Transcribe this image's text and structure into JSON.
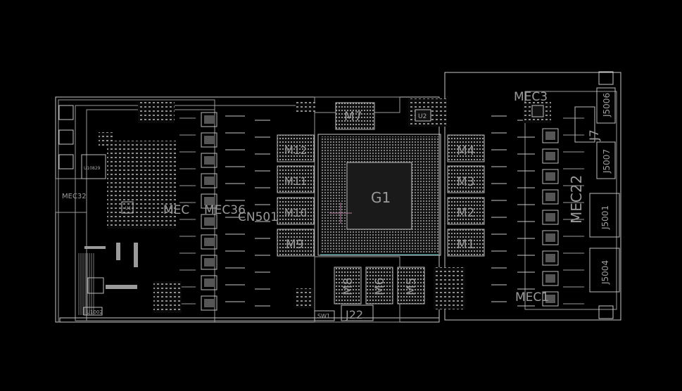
{
  "board": {
    "background": "#000000",
    "outline_color": "#c8c8c8",
    "label_color": "#9a9a9a",
    "accent_colors": [
      "#3fa7a7",
      "#b07a9a"
    ]
  },
  "labels": {
    "gpu": "G1",
    "memory": [
      "M1",
      "M2",
      "M3",
      "M4",
      "M5",
      "M6",
      "M7",
      "M8",
      "M9",
      "M10",
      "M11",
      "M12"
    ],
    "mec3": "MEC3",
    "mec1": "MEC1",
    "mec22": "MEC22",
    "mec36": "MEC36",
    "mec36_overlap": "MEC",
    "mec32": "MEC32",
    "cn501": "CN501",
    "j7": "J7",
    "j22": "J22",
    "j5006": "J5006",
    "j5007": "J5007",
    "j5001": "J5001",
    "j5004": "J5004",
    "u2": "U2",
    "sw1": "SW1",
    "u1": "U1",
    "u1002": "U1002",
    "ur1": "U10829"
  }
}
